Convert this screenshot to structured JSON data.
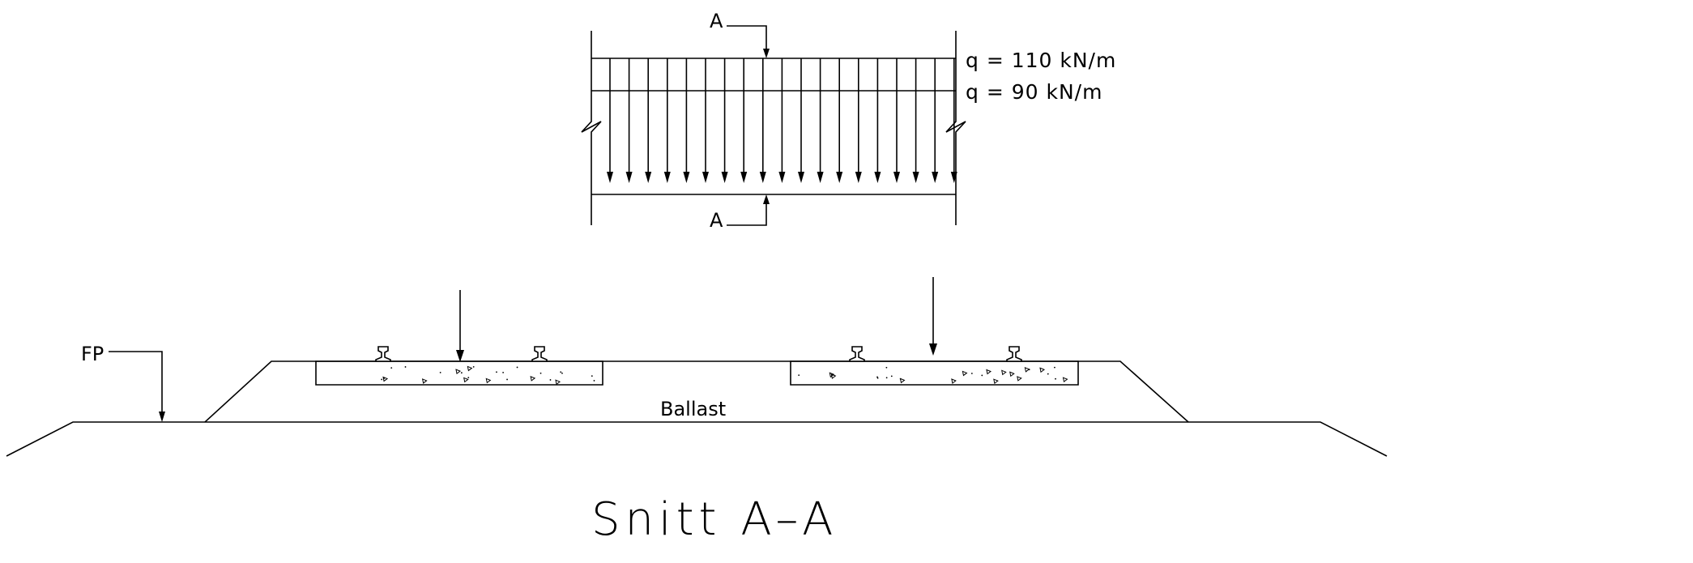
{
  "plan_view": {
    "section_marker_top": "A",
    "section_marker_bottom": "A",
    "load_upper": "q = 110 kN/m",
    "load_lower": "q = 90 kN/m"
  },
  "section_view": {
    "reference_label": "FP",
    "ballast_label": "Ballast",
    "title": "Snitt A–A"
  },
  "colors": {
    "line": "#000000",
    "background": "#ffffff"
  }
}
